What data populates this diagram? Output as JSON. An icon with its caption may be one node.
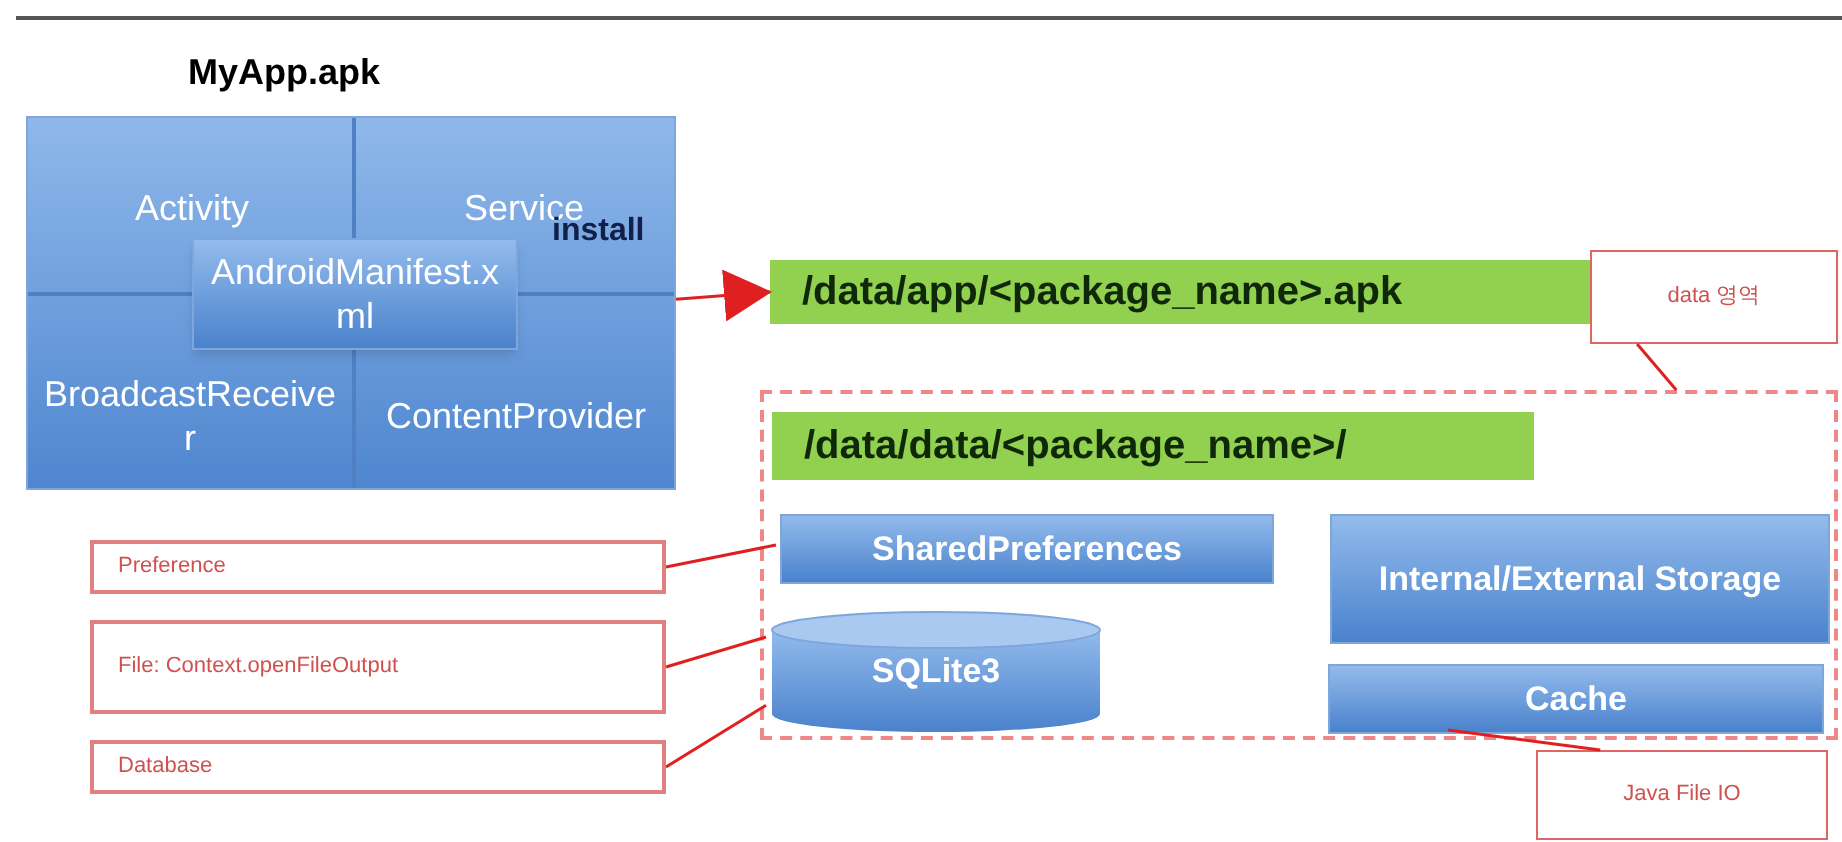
{
  "diagram": {
    "nodes": [
      {
        "text": [
          "MyApp.apk"
        ]
      },
      {
        "text": [
          "Activity"
        ],
        "in": 0
      },
      {
        "text": [
          "Service"
        ],
        "in": 0
      },
      {
        "text": [
          "BroadcastReceiver"
        ],
        "in": 0
      },
      {
        "text": [
          "ContentProvider"
        ],
        "in": 0
      },
      {
        "text": [
          "AndroidManifest.xml"
        ],
        "in": 0
      },
      {
        "text": [
          "/data/app/<package_name>.apk"
        ]
      },
      {
        "text": [
          "data 영역"
        ]
      },
      {
        "text": [],
        "shape": "box"
      },
      {
        "text": [
          "/data/data/<package_name>/"
        ],
        "in": 8
      },
      {
        "text": [
          "SharedPreferences"
        ],
        "in": 8
      },
      {
        "text": [
          "SQLite3"
        ],
        "in": 8
      },
      {
        "text": [
          "Internal/External Storage"
        ],
        "in": 8
      },
      {
        "text": [
          "Cache"
        ],
        "in": 8
      },
      {
        "text": [
          "Preference"
        ]
      },
      {
        "text": [
          "File: Context.openFileOutput"
        ]
      },
      {
        "text": [
          "Database"
        ]
      },
      {
        "text": [
          "Java File IO"
        ]
      }
    ],
    "edges": [
      {
        "from": 0,
        "to": 6,
        "arrow": "to",
        "label": "install"
      },
      {
        "from": 7,
        "to": 8,
        "arrow": "none"
      },
      {
        "from": 14,
        "to": 10,
        "arrow": "none"
      },
      {
        "from": 15,
        "to": 11,
        "arrow": "none"
      },
      {
        "from": 16,
        "to": 11,
        "arrow": "none"
      },
      {
        "from": 17,
        "to": 13,
        "arrow": "none"
      }
    ]
  }
}
